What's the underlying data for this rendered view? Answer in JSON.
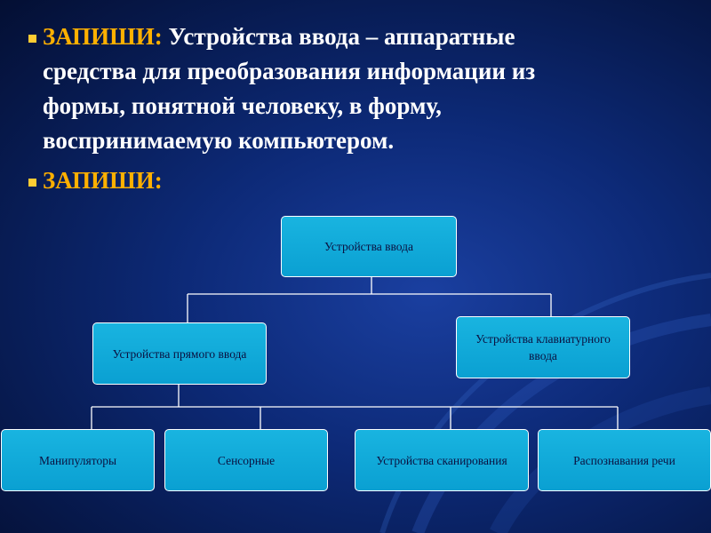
{
  "slide": {
    "paragraph1": {
      "lead": "ЗАПИШИ:",
      "text": " Устройства ввода – аппаратные средства для преобразования информации из формы, понятной человеку, в форму, воспринимаемую компьютером."
    },
    "paragraph2": {
      "lead": "ЗАПИШИ:"
    }
  },
  "diagram": {
    "root": "Устройства ввода",
    "level2": {
      "direct": "Устройства прямого ввода",
      "keyboard": "Устройства клавиатурного ввода"
    },
    "level3": {
      "manipulators": "Манипуляторы",
      "sensor": "Сенсорные",
      "scanning": "Устройства сканирования",
      "speech": "Распознавания речи"
    }
  },
  "colors": {
    "background": "#0d2a78",
    "box_fill": "#12aadb",
    "box_text": "#0b1140",
    "lead_text": "#ffb000",
    "bullet": "#ffcc33",
    "connector": "#ffffff"
  }
}
